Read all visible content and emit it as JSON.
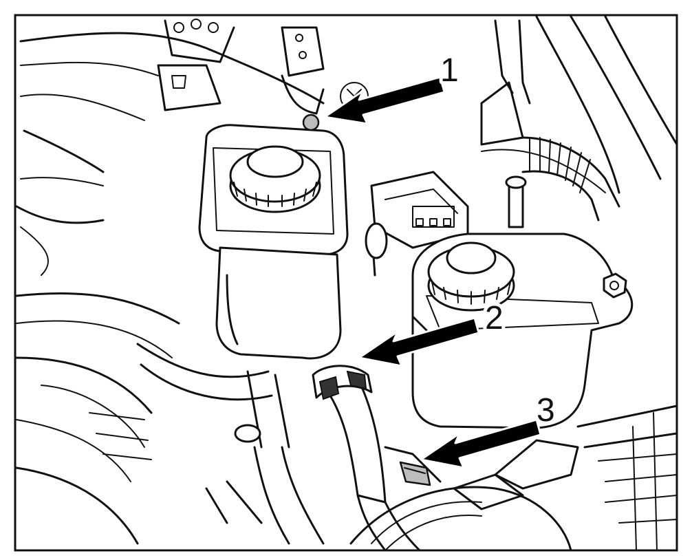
{
  "callouts": [
    {
      "id": "1",
      "label": "1"
    },
    {
      "id": "2",
      "label": "2"
    },
    {
      "id": "3",
      "label": "3"
    }
  ],
  "icons": {
    "arrow": "arrow-pointer-icon",
    "cap": "reservoir-cap-icon",
    "clamp": "hose-clamp-icon"
  },
  "colors": {
    "line": "#111111",
    "background": "#ffffff",
    "highlight_gray": "#bdbdbd"
  }
}
